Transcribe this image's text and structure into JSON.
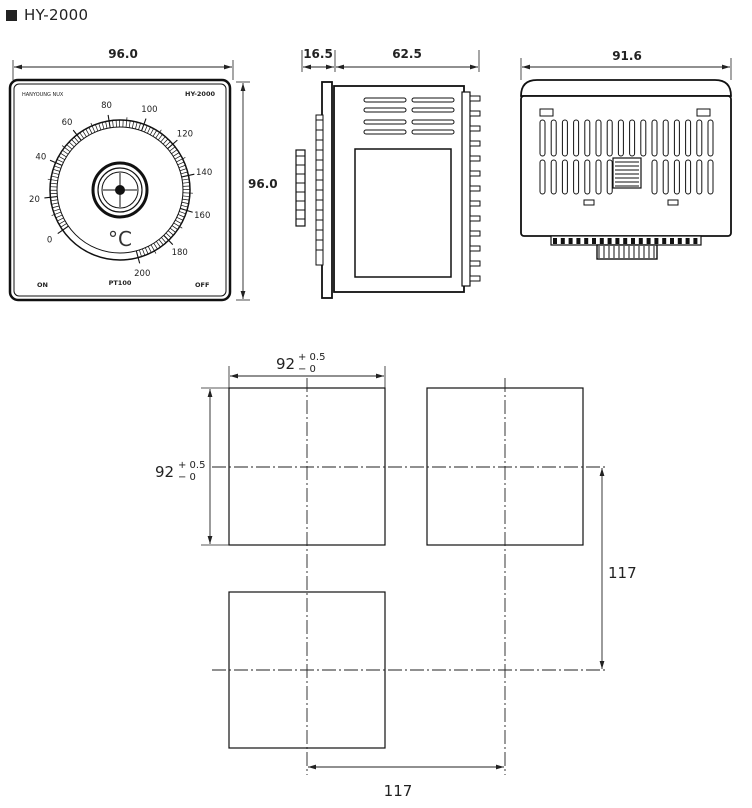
{
  "title": "HY-2000",
  "front": {
    "width_label": "96.0",
    "height_label": "96.0",
    "brand": "HANYOUNG NUX",
    "model": "HY-2000",
    "scale": [
      "0",
      "20",
      "40",
      "60",
      "80",
      "100",
      "120",
      "140",
      "160",
      "180",
      "200"
    ],
    "unit": "°C",
    "on": "ON",
    "sensor": "PT100",
    "off": "OFF"
  },
  "side": {
    "front_depth": "16.5",
    "body_depth": "62.5"
  },
  "top": {
    "width": "91.6"
  },
  "cutout": {
    "w_base": "92",
    "w_plus": "+ 0.5",
    "w_minus": "− 0",
    "h_base": "92",
    "h_plus": "+ 0.5",
    "h_minus": "− 0",
    "pitch_v": "117",
    "pitch_h": "117"
  }
}
